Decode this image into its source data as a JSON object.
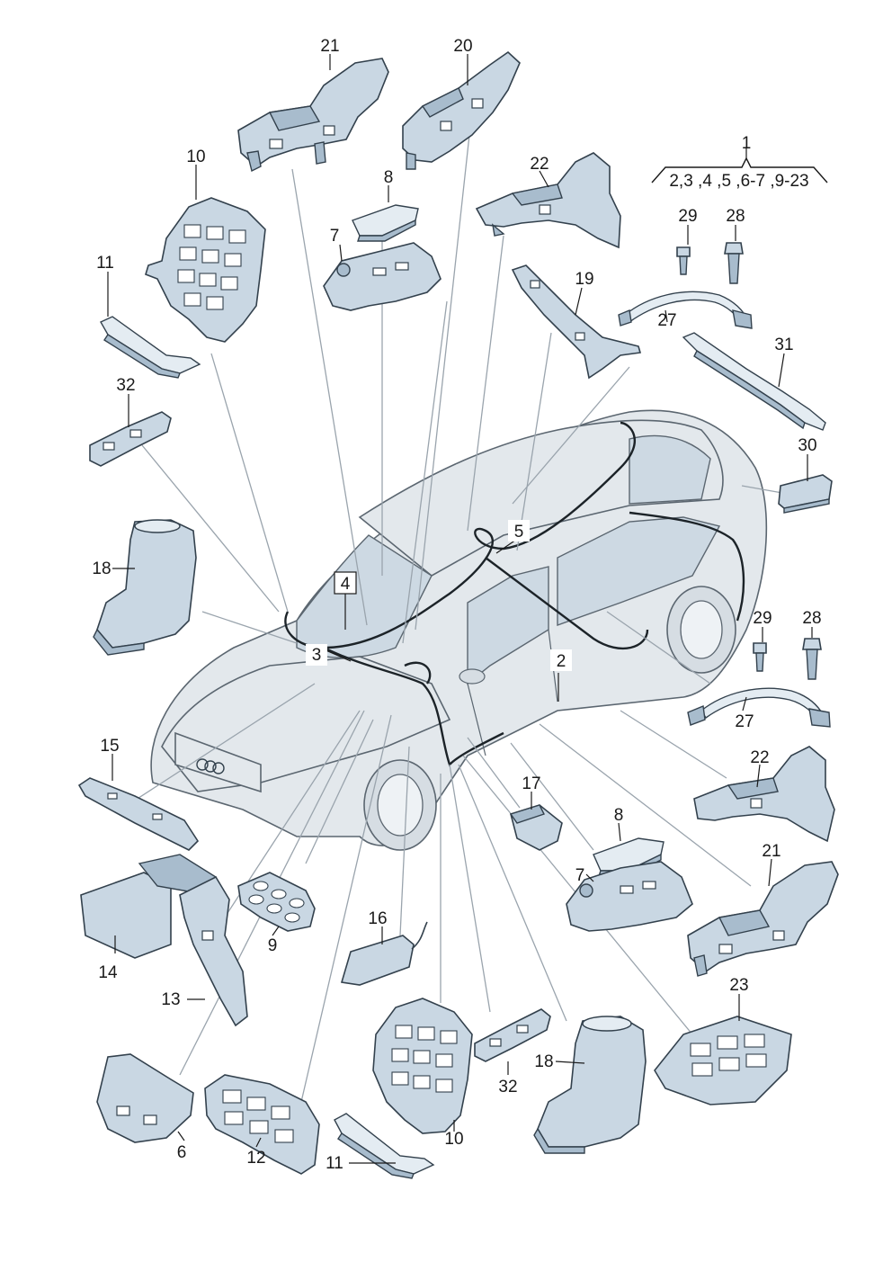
{
  "diagram": {
    "group_label": "1",
    "group_members": "2,3 ,4 ,5 ,6-7 ,9-23",
    "callouts": {
      "c21_top": "21",
      "c20": "20",
      "c10_top": "10",
      "c8_top": "8",
      "c7_top": "7",
      "c22_top": "22",
      "c11_top": "11",
      "c29_top": "29",
      "c28_top": "28",
      "c19": "19",
      "c27_top": "27",
      "c31": "31",
      "c32_top": "32",
      "c30": "30",
      "c18_top": "18",
      "c4": "4",
      "c5": "5",
      "c3": "3",
      "c2": "2",
      "c29_mid": "29",
      "c28_mid": "28",
      "c27_mid": "27",
      "c15": "15",
      "c22_mid": "22",
      "c17": "17",
      "c8_mid": "8",
      "c21_mid": "21",
      "c7_mid": "7",
      "c14": "14",
      "c9": "9",
      "c16": "16",
      "c23": "23",
      "c13": "13",
      "c18_bot": "18",
      "c32_bot": "32",
      "c10_bot": "10",
      "c6": "6",
      "c12": "12",
      "c11_bot": "11"
    }
  }
}
